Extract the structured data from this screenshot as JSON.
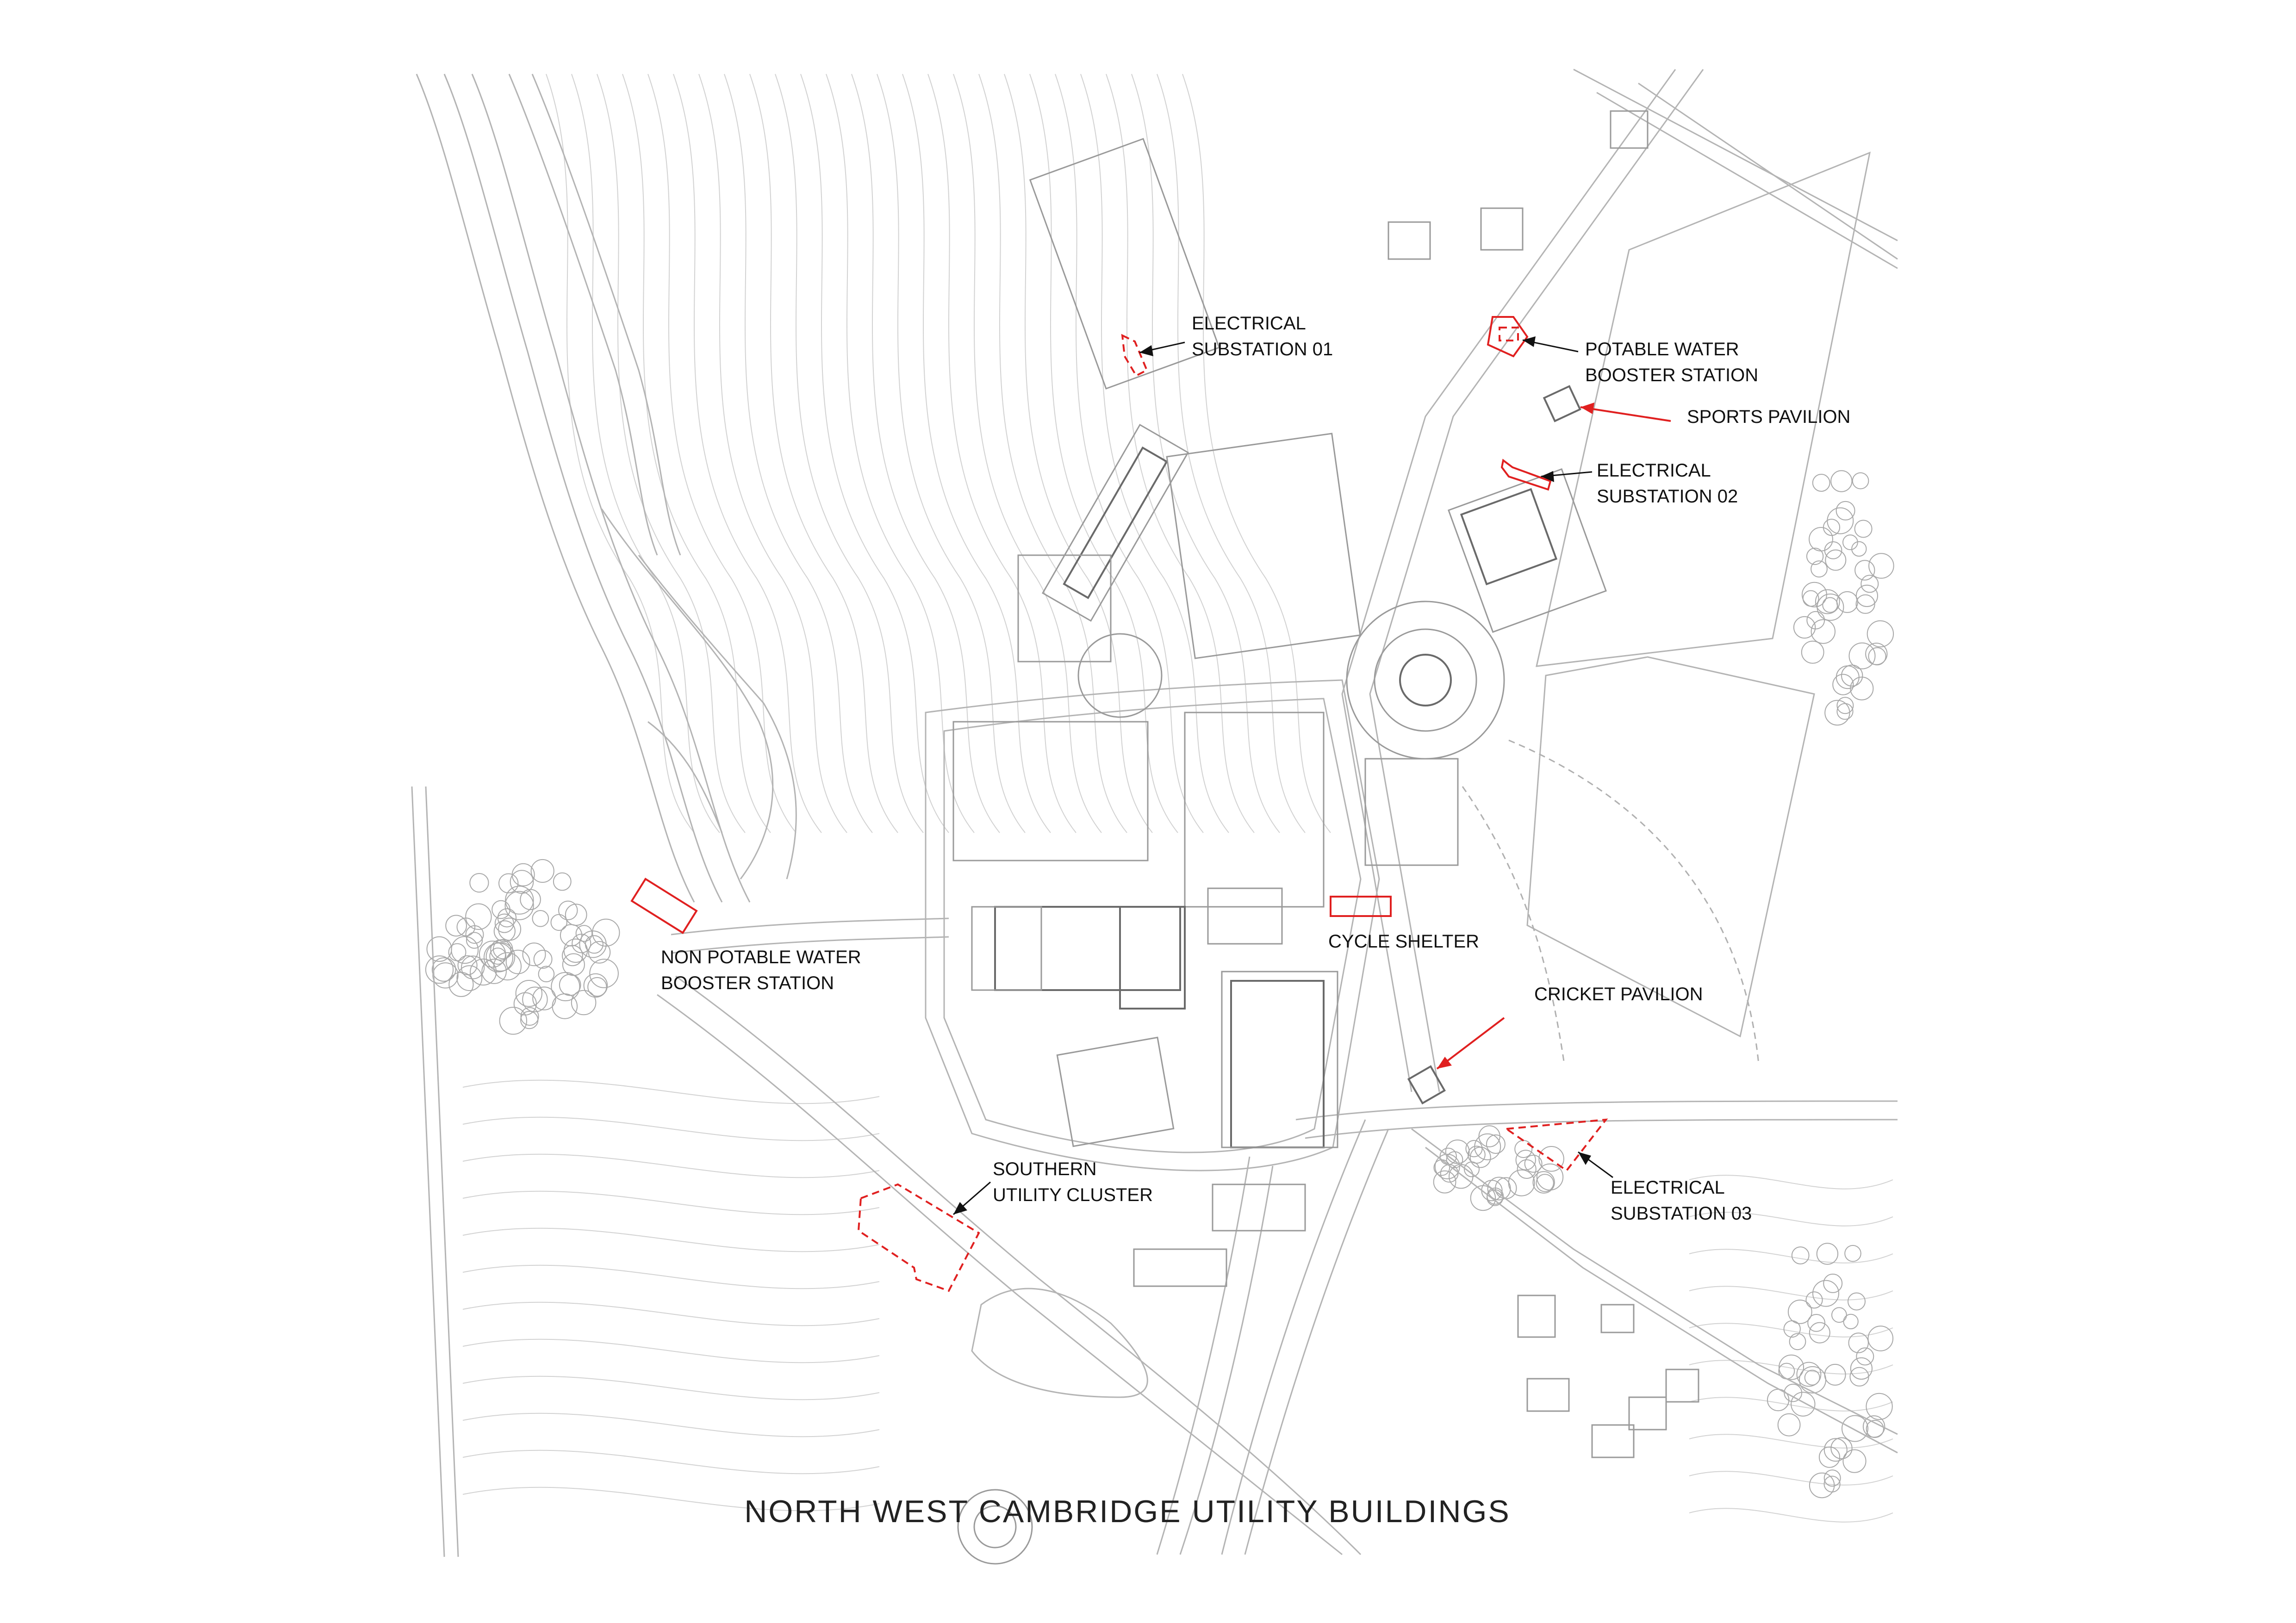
{
  "title": "NORTH WEST CAMBRIDGE UTILITY BUILDINGS",
  "colors": {
    "highlight": "#e02020",
    "linework": "#9a9a9a",
    "background": "#ffffff",
    "text": "#111111"
  },
  "labels": {
    "electrical_substation_01": [
      "ELECTRICAL",
      "SUBSTATION 01"
    ],
    "potable_water_booster_station": [
      "POTABLE WATER",
      "BOOSTER STATION"
    ],
    "sports_pavilion": [
      "SPORTS PAVILION"
    ],
    "electrical_substation_02": [
      "ELECTRICAL",
      "SUBSTATION 02"
    ],
    "non_potable_water_booster_station": [
      "NON POTABLE WATER",
      "BOOSTER STATION"
    ],
    "cycle_shelter": [
      "CYCLE SHELTER"
    ],
    "cricket_pavilion": [
      "CRICKET PAVILION"
    ],
    "southern_utility_cluster": [
      "SOUTHERN",
      "UTILITY CLUSTER"
    ],
    "electrical_substation_03": [
      "ELECTRICAL",
      "SUBSTATION 03"
    ]
  }
}
